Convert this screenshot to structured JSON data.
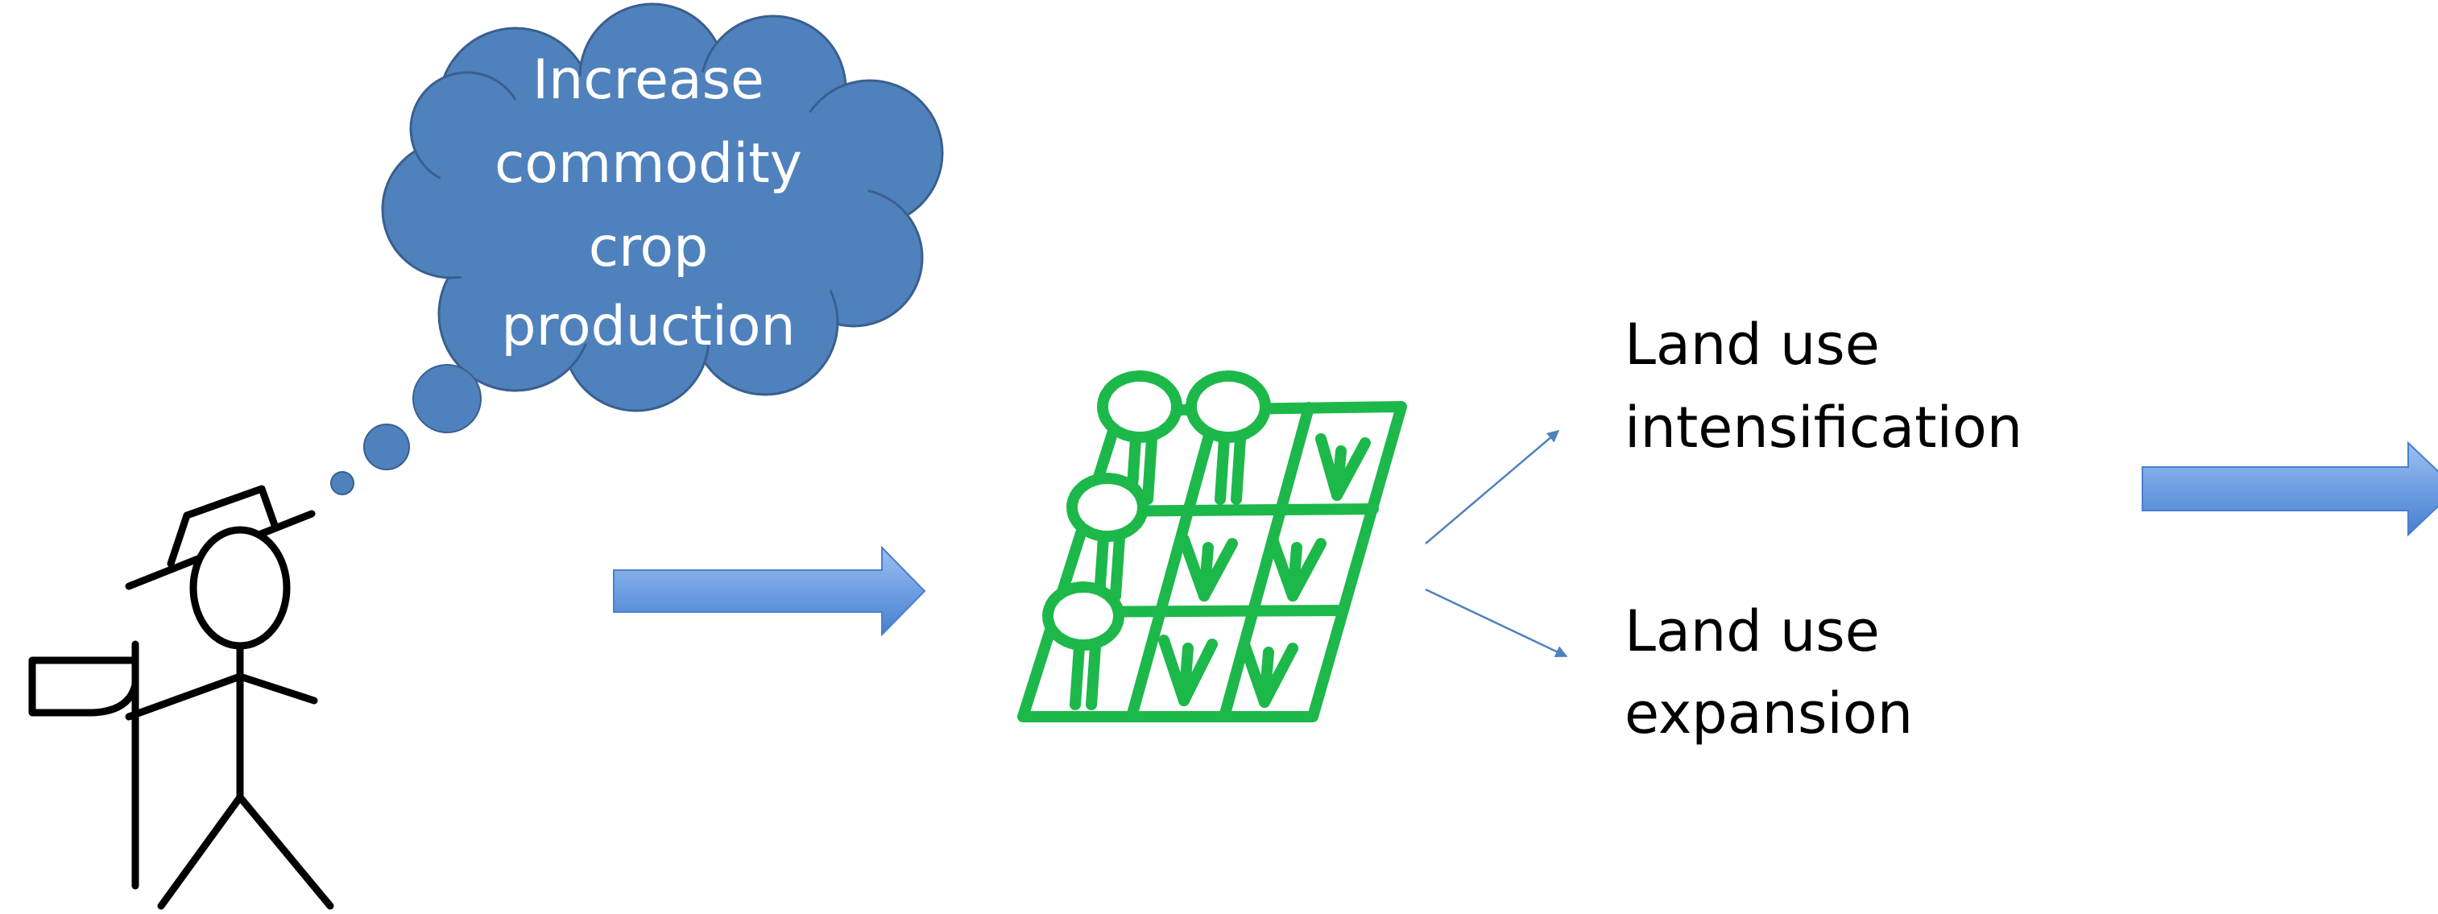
{
  "thought_cloud": {
    "lines": [
      "Increase",
      "commodity",
      "crop",
      "production"
    ],
    "color": "#4f81bd"
  },
  "outcomes": {
    "intensification": [
      "Land use",
      "intensification"
    ],
    "expansion": [
      "Land use",
      "expansion"
    ]
  },
  "colors": {
    "arrow": "#6f9fe0",
    "field": "#1db84a",
    "figure": "#000000",
    "pointer": "#4f81bd"
  }
}
